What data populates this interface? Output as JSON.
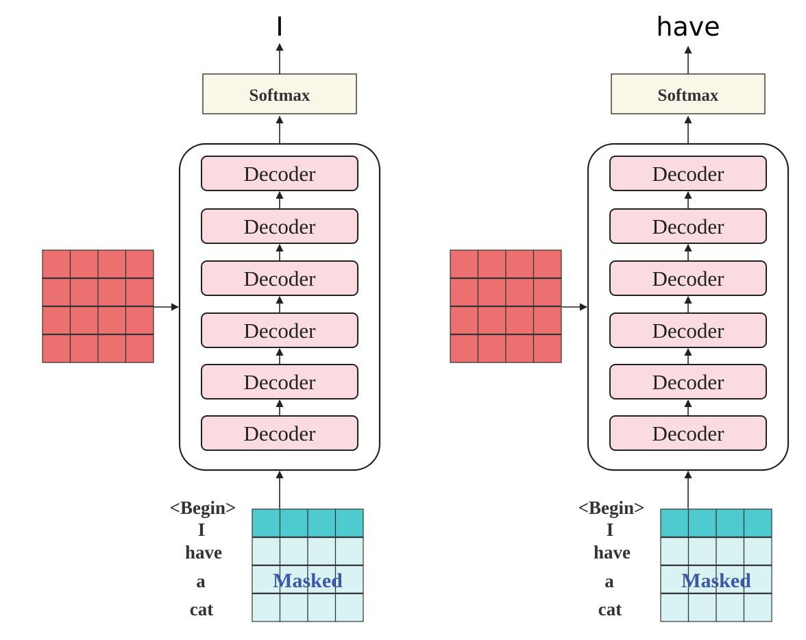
{
  "panels": [
    {
      "output_word": "I",
      "softmax_label": "Softmax",
      "decoder_labels": [
        "Decoder",
        "Decoder",
        "Decoder",
        "Decoder",
        "Decoder",
        "Decoder"
      ],
      "input_tokens": [
        "<Begin>",
        "I",
        "have",
        "a",
        "cat"
      ],
      "mask_label": "Masked"
    },
    {
      "output_word": "have",
      "softmax_label": "Softmax",
      "decoder_labels": [
        "Decoder",
        "Decoder",
        "Decoder",
        "Decoder",
        "Decoder",
        "Decoder"
      ],
      "input_tokens": [
        "<Begin>",
        "I",
        "have",
        "a",
        "cat"
      ],
      "mask_label": "Masked"
    }
  ],
  "colors": {
    "context_matrix": "#ec7070",
    "decoder_fill": "#f9dbe0",
    "softmax_fill": "#faf7e8",
    "token_header": "#4ecbcf",
    "token_masked": "#d9f3f5",
    "masked_text": "#3c58a8"
  }
}
